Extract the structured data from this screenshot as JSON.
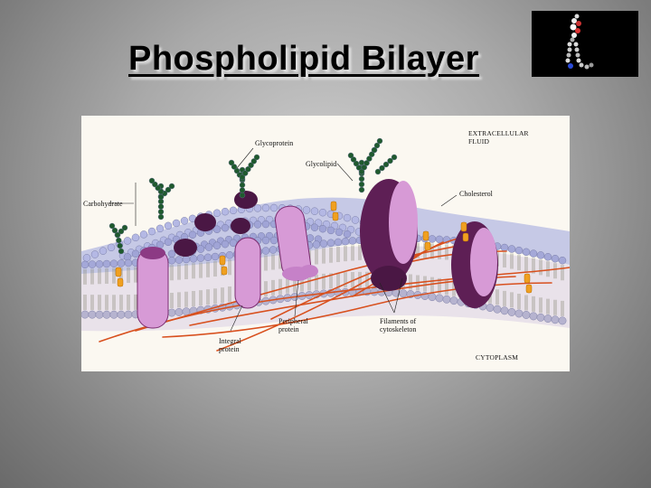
{
  "slide": {
    "title": "Phospholipid Bilayer"
  },
  "figure": {
    "labels": {
      "glycoprotein": "Glycoprotein",
      "glycolipid": "Glycolipid",
      "carbohydrate": "Carbohydrate",
      "extracellular_1": "EXTRACELLULAR",
      "extracellular_2": "FLUID",
      "cholesterol": "Cholesterol",
      "peripheral_1": "Peripheral",
      "peripheral_2": "protein",
      "integral_1": "Integral",
      "integral_2": "protein",
      "filaments_1": "Filaments of",
      "filaments_2": "cytoskeleton",
      "cytoplasm": "CYTOPLASM"
    }
  },
  "colors": {
    "background_center": "#cfcfcf",
    "background_edge": "#6a6a6a",
    "title_text": "#000000",
    "figure_background": "#fbf8f1",
    "lipid_head": "#9aa0d2",
    "protein_integral": "#d79ad6",
    "protein_dark": "#5e1f55",
    "carbohydrate_chain": "#1f5a2e",
    "cholesterol": "#f0a020",
    "cytoskeleton": "#d8501e"
  }
}
